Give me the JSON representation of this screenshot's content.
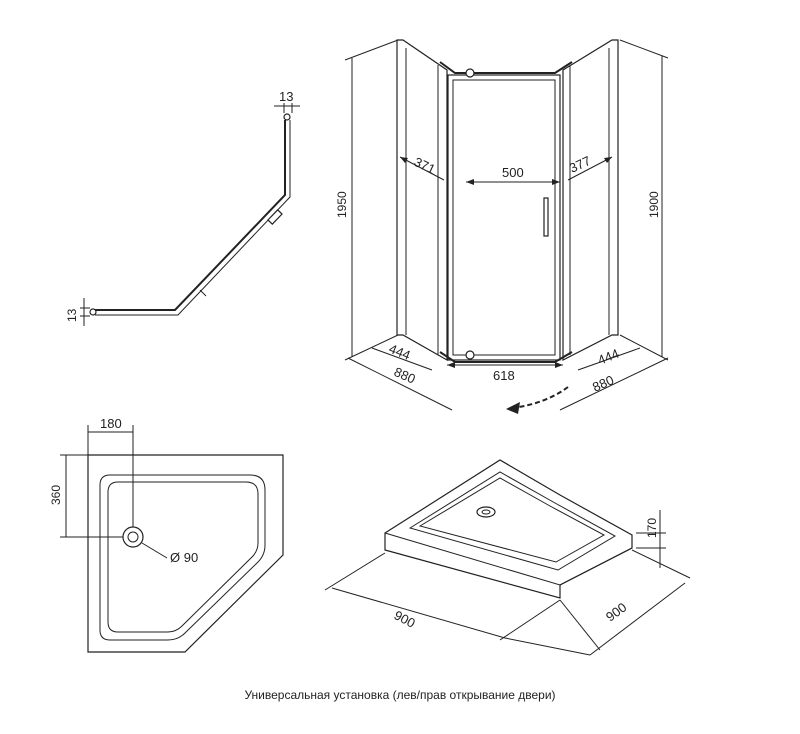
{
  "profile": {
    "dim_top": "13",
    "dim_left": "13"
  },
  "cabin": {
    "left_panel_width": "371",
    "door_width": "500",
    "right_panel_width": "377",
    "height_left": "1950",
    "height_right": "1900",
    "base_left_side": "444",
    "base_left_depth": "880",
    "base_front": "618",
    "base_right_side": "444",
    "base_right_depth": "880"
  },
  "tray_top": {
    "offset_x": "180",
    "offset_y": "360",
    "drain_diameter": "Ø 90"
  },
  "tray_iso": {
    "height": "170",
    "side_left": "900",
    "side_right": "900"
  },
  "caption": "Универсальная установка (лев/прав открывание двери)"
}
